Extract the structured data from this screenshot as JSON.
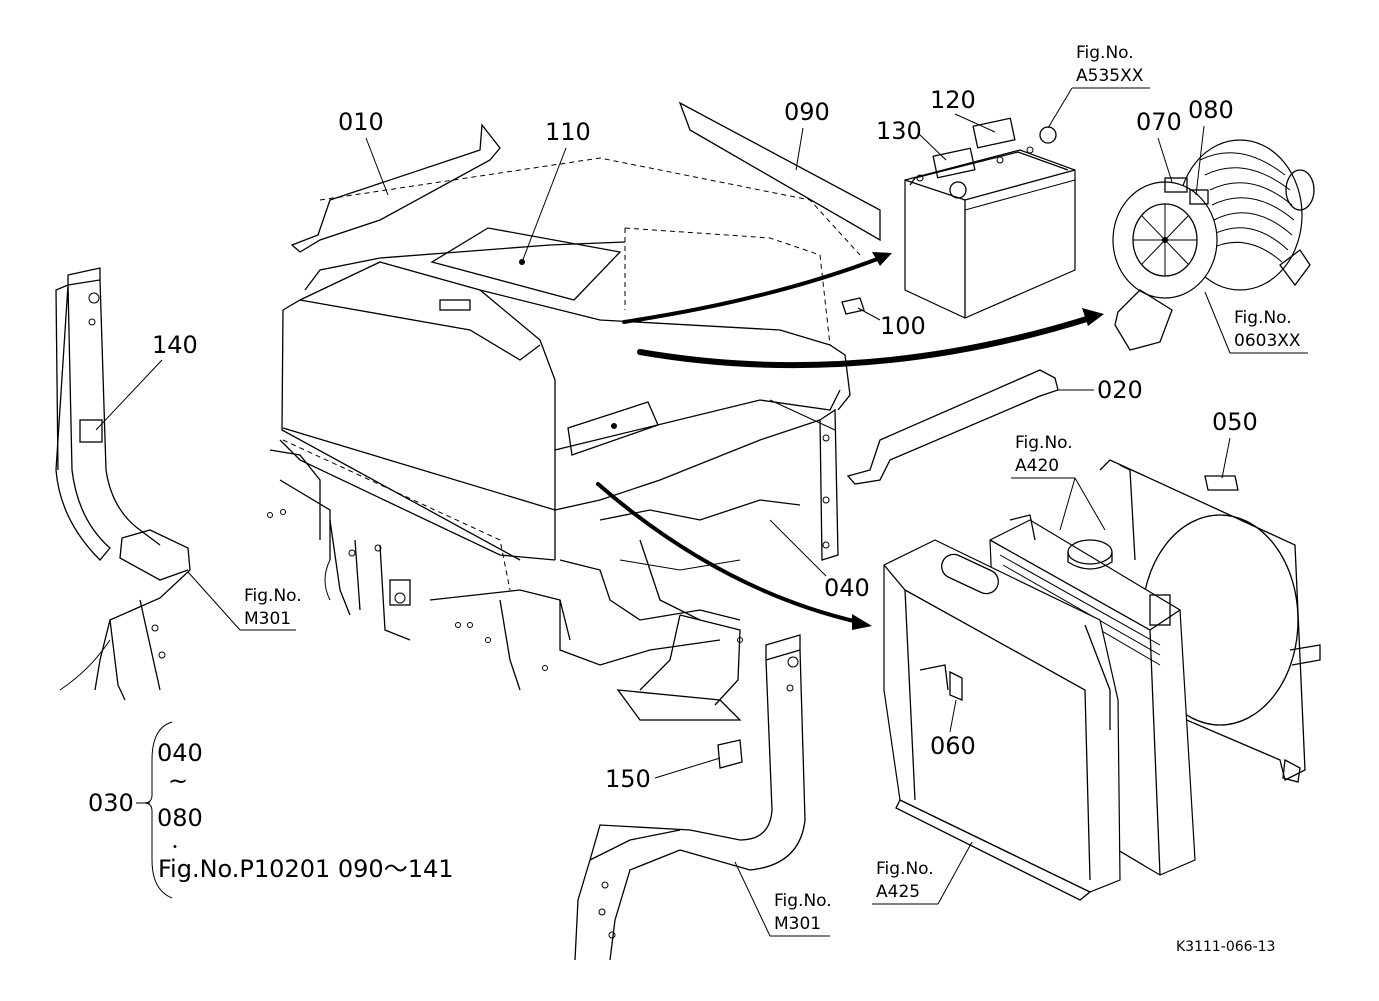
{
  "callouts": {
    "c010": "010",
    "c020": "020",
    "c040": "040",
    "c050": "050",
    "c060": "060",
    "c070": "070",
    "c080": "080",
    "c090": "090",
    "c100": "100",
    "c110": "110",
    "c120": "120",
    "c130": "130",
    "c140": "140",
    "c150": "150"
  },
  "figure_refs": {
    "battery": {
      "label": "Fig.No.",
      "number": "A535XX"
    },
    "air_cleaner": {
      "label": "Fig.No.",
      "number": "0603XX"
    },
    "radiator": {
      "label": "Fig.No.",
      "number": "A420"
    },
    "grille": {
      "label": "Fig.No.",
      "number": "A425"
    },
    "frame_left": {
      "label": "Fig.No.",
      "number": "M301"
    },
    "frame_center": {
      "label": "Fig.No.",
      "number": "M301"
    }
  },
  "set_note": {
    "item": "030",
    "range_start": "040",
    "tilde": "~",
    "range_end": "080",
    "dot": "・",
    "reference": "Fig.No.P10201  090～141"
  },
  "drawing_code": "K3111-066-13",
  "colors": {
    "line": "#000000",
    "background": "#ffffff"
  }
}
